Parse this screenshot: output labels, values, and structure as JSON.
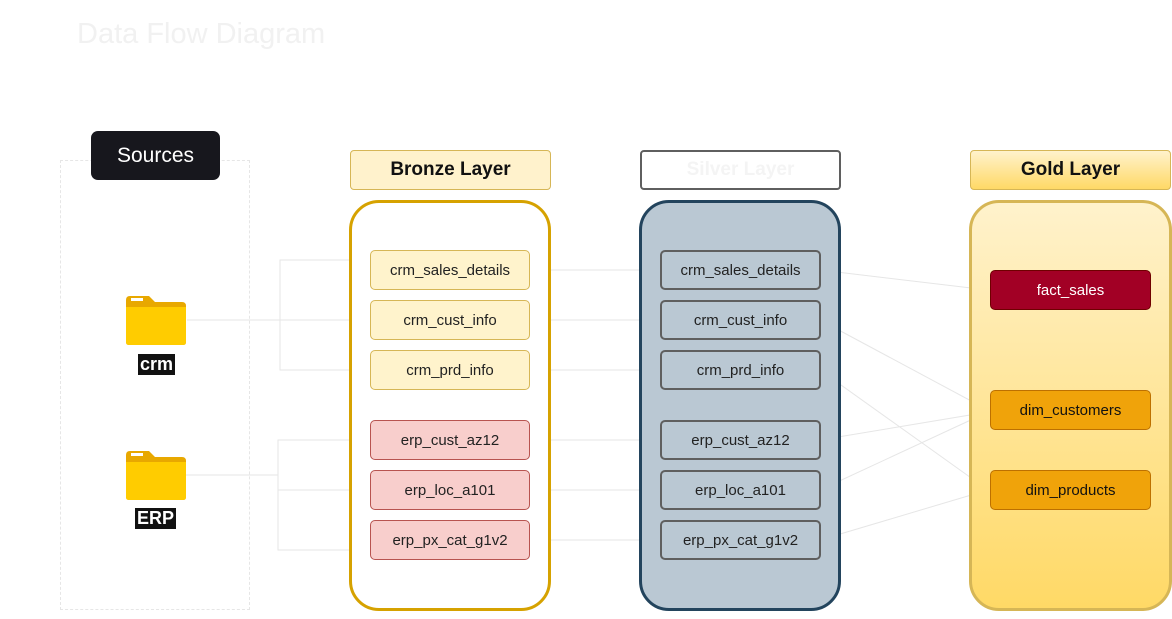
{
  "title": "Data Flow Diagram",
  "sources": {
    "header": "Sources",
    "items": [
      {
        "label": "crm",
        "icon": "folder-icon"
      },
      {
        "label": "ERP",
        "icon": "folder-icon"
      }
    ]
  },
  "layers": {
    "bronze": {
      "header": "Bronze Layer",
      "tables": [
        "crm_sales_details",
        "crm_cust_info",
        "crm_prd_info",
        "erp_cust_az12",
        "erp_loc_a101",
        "erp_px_cat_g1v2"
      ]
    },
    "silver": {
      "header": "Silver Layer",
      "tables": [
        "crm_sales_details",
        "crm_cust_info",
        "crm_prd_info",
        "erp_cust_az12",
        "erp_loc_a101",
        "erp_px_cat_g1v2"
      ]
    },
    "gold": {
      "header": "Gold Layer",
      "tables": [
        "fact_sales",
        "dim_customers",
        "dim_products"
      ]
    }
  },
  "colors": {
    "bronze_border": "#d6a200",
    "bronze_header_fill": "#fff2cc",
    "silver_fill": "#bac8d3",
    "silver_border": "#23445d",
    "gold_fill": "#ffe082",
    "gold_border": "#d6b656",
    "fact_fill": "#a20025",
    "dim_fill": "#f0a30a"
  }
}
